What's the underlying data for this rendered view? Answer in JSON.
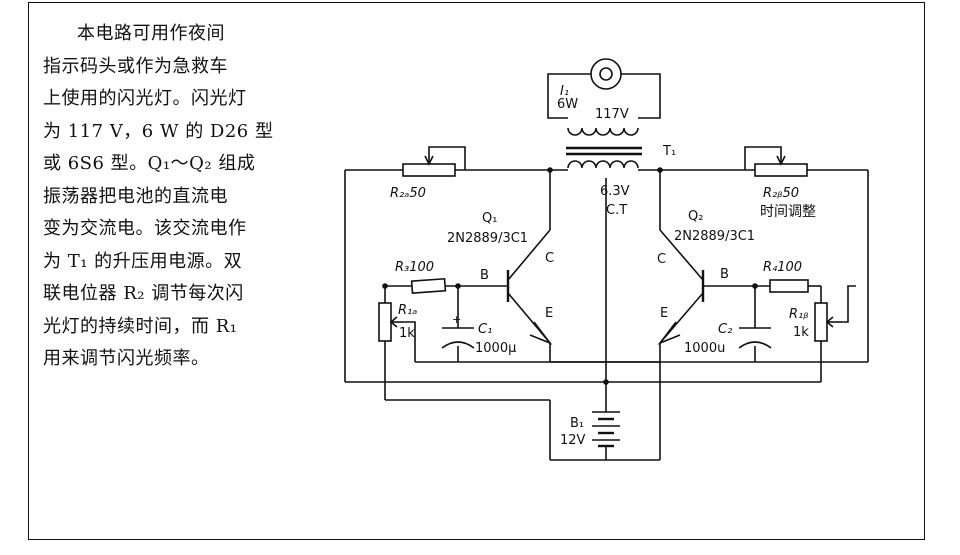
{
  "description_lines": [
    "本电路可用作夜间",
    "指示码头或作为急救车",
    "上使用的闪光灯。闪光灯",
    "为 117 V，6 W 的 D26 型",
    "或 6S6 型。Q₁～Q₂ 组成",
    "振荡器把电池的直流电",
    "变为交流电。该交流电作",
    "为 T₁ 的升压用电源。双",
    "联电位器 R₂ 调节每次闪",
    "光灯的持续时间，而 R₁",
    "用来调节闪光频率。"
  ],
  "labels": {
    "lamp_name": "I₁",
    "lamp_power": "6W",
    "primary_voltage": "117V",
    "transformer": "T₁",
    "secondary_voltage": "6.3V",
    "center_tap": "C.T",
    "r2a": "R₂ₐ50",
    "r2b": "R₂ᵦ50",
    "r2b_note": "时间调整",
    "q1_name": "Q₁",
    "q1_part": "2N2889/3C1",
    "q2_name": "Q₂",
    "q2_part": "2N2889/3C1",
    "q1_b": "B",
    "q1_c": "C",
    "q1_e": "E",
    "q2_b": "B",
    "q2_c": "C",
    "q2_e": "E",
    "r3": "R₃100",
    "r4": "R₄100",
    "r1a_name": "R₁ₐ",
    "r1a_val": "1k",
    "r1b_name": "R₁ᵦ",
    "r1b_val": "1k",
    "c1_name": "C₁",
    "c1_val": "1000μ",
    "c2_name": "C₂",
    "c2_val": "1000u",
    "b1_name": "B₁",
    "b1_val": "12V"
  }
}
